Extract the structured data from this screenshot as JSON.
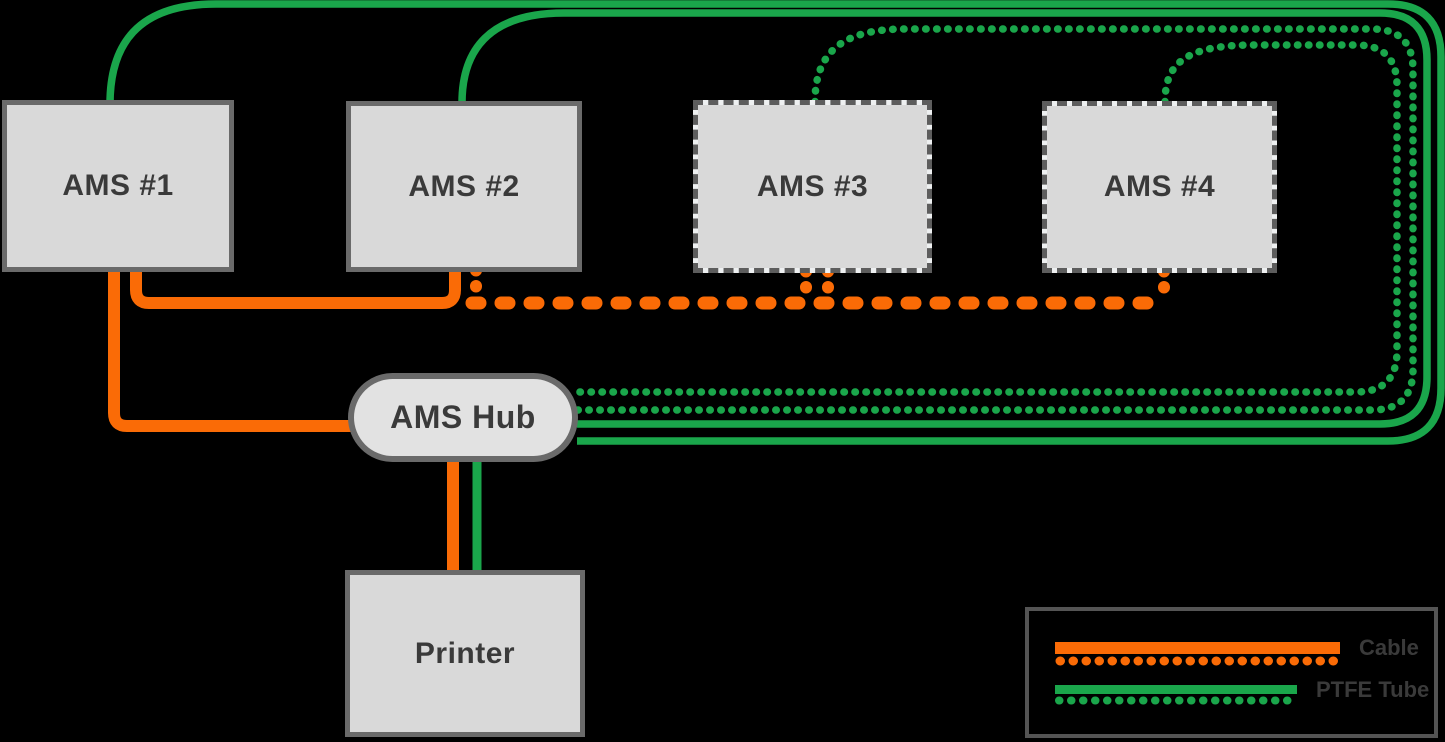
{
  "colors": {
    "cable": "#fa6b06",
    "tube": "#1aa64b",
    "nodeFill": "#d9d9d9",
    "nodeBorder": "#6a6a6a",
    "dashedBorder": "#5d5d5d",
    "dashedGap": "#eef0f1",
    "label": "#3a3a3a",
    "legendBorder": "#545454",
    "background": "#000000"
  },
  "nodes": [
    {
      "id": "ams-1",
      "label": "AMS #1",
      "border": "solid"
    },
    {
      "id": "ams-2",
      "label": "AMS #2",
      "border": "solid"
    },
    {
      "id": "ams-3",
      "label": "AMS #3",
      "border": "dashed"
    },
    {
      "id": "ams-4",
      "label": "AMS #4",
      "border": "dashed"
    },
    {
      "id": "ams-hub",
      "label": "AMS Hub",
      "border": "solid",
      "shape": "pill"
    },
    {
      "id": "printer",
      "label": "Printer",
      "border": "solid"
    }
  ],
  "connections": [
    {
      "from": "ams-1",
      "to": "ams-hub",
      "type": "cable",
      "style": "solid"
    },
    {
      "from": "ams-1",
      "to": "ams-2",
      "type": "cable",
      "style": "solid"
    },
    {
      "from": "ams-2",
      "to": "ams-3",
      "type": "cable",
      "style": "dashed"
    },
    {
      "from": "ams-3",
      "to": "ams-4",
      "type": "cable",
      "style": "dashed"
    },
    {
      "from": "ams-hub",
      "to": "printer",
      "type": "cable",
      "style": "solid"
    },
    {
      "from": "ams-1",
      "to": "ams-hub",
      "type": "ptfe-tube",
      "style": "solid"
    },
    {
      "from": "ams-2",
      "to": "ams-hub",
      "type": "ptfe-tube",
      "style": "solid"
    },
    {
      "from": "ams-3",
      "to": "ams-hub",
      "type": "ptfe-tube",
      "style": "dotted"
    },
    {
      "from": "ams-4",
      "to": "ams-hub",
      "type": "ptfe-tube",
      "style": "dotted"
    },
    {
      "from": "ams-hub",
      "to": "printer",
      "type": "ptfe-tube",
      "style": "solid"
    }
  ],
  "legend": {
    "items": [
      {
        "label": "Cable",
        "color": "#fa6b06"
      },
      {
        "label": "PTFE Tube",
        "color": "#1aa64b"
      }
    ]
  }
}
